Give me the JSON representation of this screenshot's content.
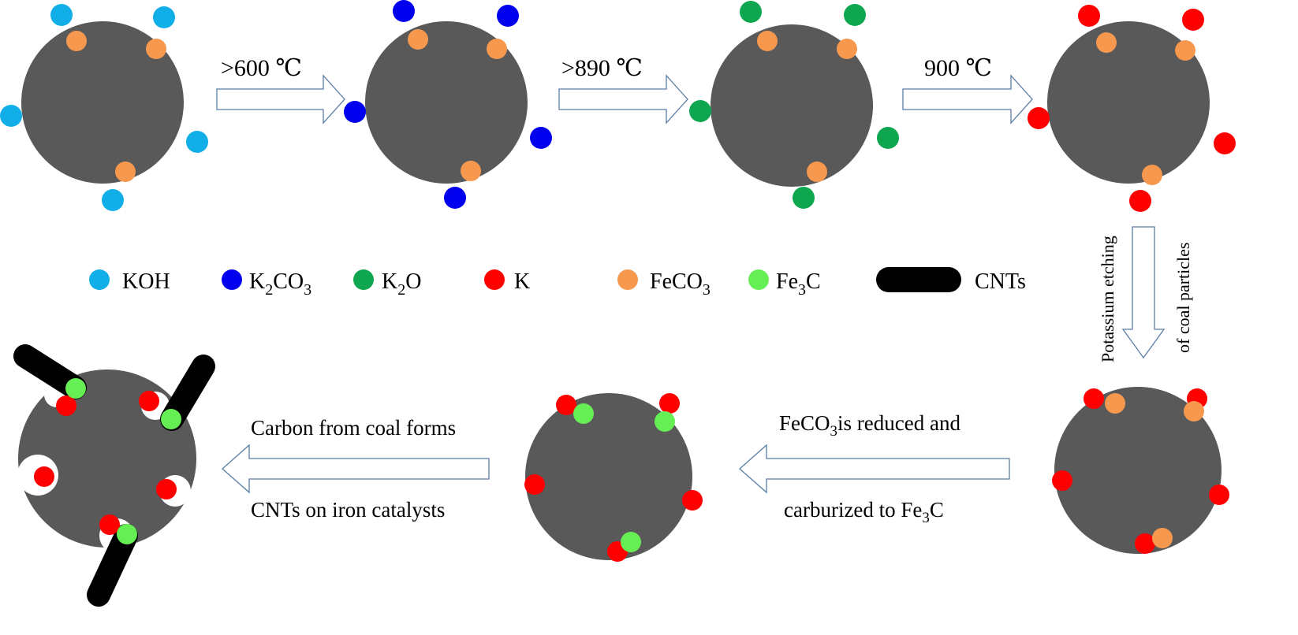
{
  "colors": {
    "coal": "#595959",
    "koh": "#12aee8",
    "k2co3": "#0000ee",
    "k2o": "#0ea64e",
    "k": "#ff0000",
    "feco3": "#f7984f",
    "fe3c": "#66ee55",
    "cnt": "#000000",
    "arrow_stroke": "#5b7ea6"
  },
  "steps": {
    "s1": ">600 ℃",
    "s2": ">890 ℃",
    "s3": "900 ℃",
    "s4_line1": "Potassium etching",
    "s4_line2": "of coal particles",
    "s5_line1_a": "FeCO",
    "s5_line1_sub": "3",
    "s5_line1_b": "is reduced and",
    "s5_line2_a": "carburized to Fe",
    "s5_line2_sub": "3",
    "s5_line2_b": "C",
    "s6_line1": "Carbon from coal forms",
    "s6_line2": "CNTs on iron catalysts"
  },
  "legend": [
    {
      "key": "koh",
      "parts": [
        "KOH"
      ]
    },
    {
      "key": "k2co3",
      "parts": [
        "K",
        "2",
        "CO",
        "3"
      ]
    },
    {
      "key": "k2o",
      "parts": [
        "K",
        "2",
        "O"
      ]
    },
    {
      "key": "k",
      "parts": [
        "K"
      ]
    },
    {
      "key": "feco3",
      "parts": [
        "FeCO",
        "3"
      ]
    },
    {
      "key": "fe3c",
      "parts": [
        "Fe",
        "3",
        "C"
      ]
    },
    {
      "key": "cnt",
      "parts": [
        "CNTs"
      ]
    }
  ]
}
